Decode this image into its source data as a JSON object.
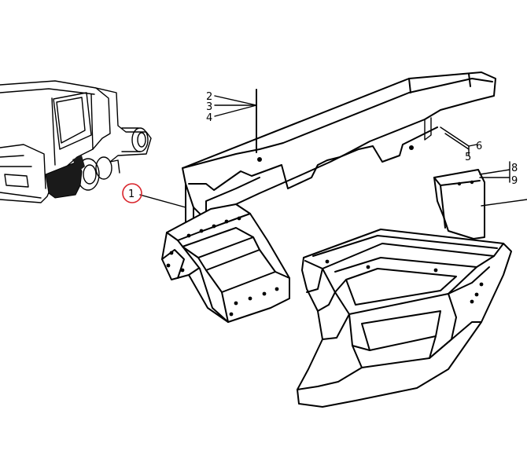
{
  "callouts": [
    {
      "id": "1",
      "label": "1",
      "highlighted": true
    },
    {
      "id": "2",
      "label": "2"
    },
    {
      "id": "3",
      "label": "3"
    },
    {
      "id": "4",
      "label": "4"
    },
    {
      "id": "5",
      "label": "5"
    },
    {
      "id": "6",
      "label": "6"
    },
    {
      "id": "8",
      "label": "8"
    },
    {
      "id": "9",
      "label": "9"
    }
  ],
  "colors": {
    "line": "#000000",
    "background": "#ffffff",
    "highlight_circle": "#d9242b",
    "highlight_fill": "#1a1a1a"
  }
}
